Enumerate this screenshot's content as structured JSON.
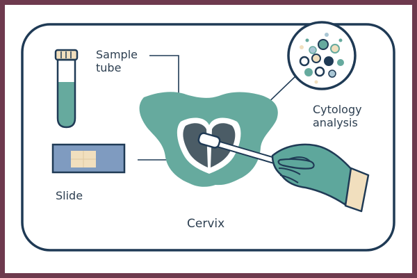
{
  "labels": {
    "sample_tube_line1": "Sample",
    "sample_tube_line2": "tube",
    "cytology_line1": "Cytology",
    "cytology_line2": "analysis",
    "slide": "Slide",
    "cervix": "Cervix"
  },
  "colors": {
    "frame_border": "#6e3a4e",
    "outline": "#1f3a55",
    "teal": "#66aa9e",
    "slide_blue": "#7f9bc0",
    "tissue_dark": "#4b5c66",
    "glove": "#5ea79c",
    "beige": "#f1dfbe",
    "background": "#ffffff"
  },
  "icons": [
    "sample-tube-icon",
    "microscope-slide-icon",
    "magnifier-cells-icon",
    "gloved-hand-icon",
    "swab-icon",
    "cervix-illustration"
  ]
}
